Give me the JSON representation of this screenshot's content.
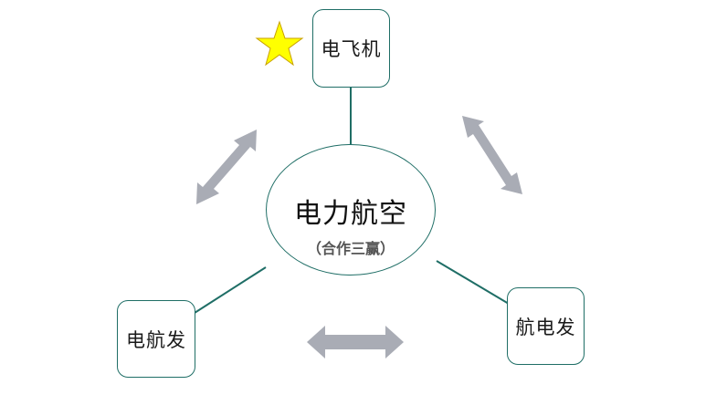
{
  "center": {
    "title": "电力航空",
    "subtitle": "（合作三赢）"
  },
  "nodes": {
    "top": "电飞机",
    "left": "电航发",
    "right": "航电发"
  },
  "colors": {
    "border": "#1f6e66",
    "arrow": "#a9acb5",
    "star_fill": "#ffff00",
    "star_stroke": "#c8a000"
  },
  "icons": {
    "highlight": "star-icon"
  }
}
